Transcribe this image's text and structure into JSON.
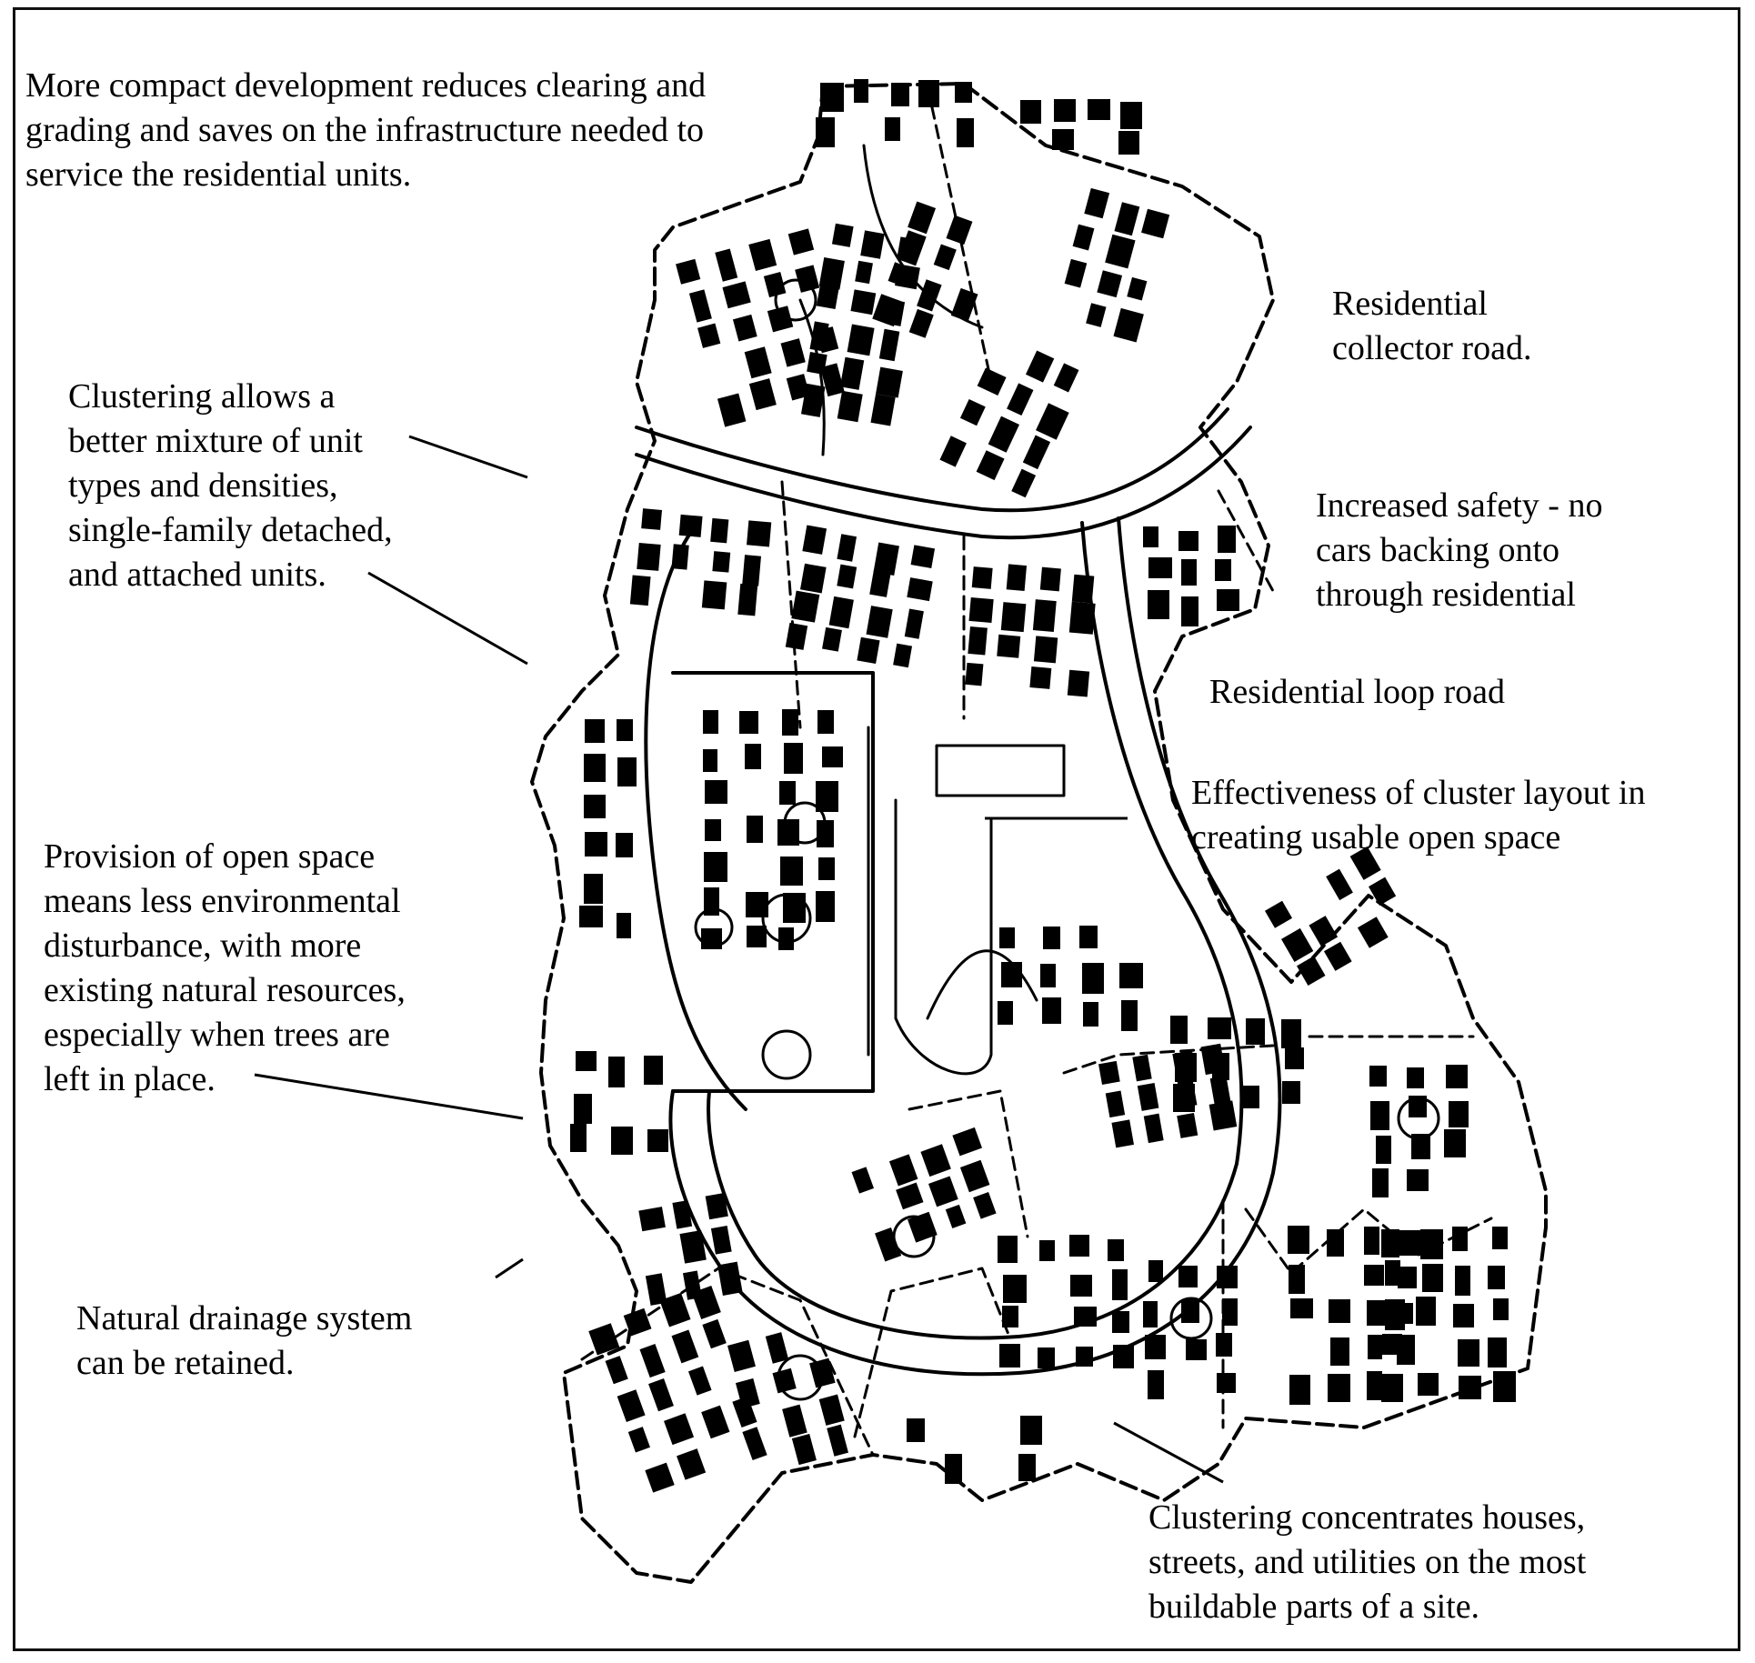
{
  "annotations": [
    {
      "id": "compact",
      "lines": [
        "More compact development reduces clearing and",
        "grading and saves on the infrastructure needed to",
        "service the residential units."
      ]
    },
    {
      "id": "collector",
      "lines": [
        "Residential",
        "collector road."
      ]
    },
    {
      "id": "clustering-mixture",
      "lines": [
        "Clustering allows a",
        "better mixture of unit",
        "types and densities,",
        "single-family detached,",
        "and attached units."
      ]
    },
    {
      "id": "safety",
      "lines": [
        "Increased safety - no",
        "cars backing onto",
        "through residential"
      ]
    },
    {
      "id": "loop-road",
      "lines": [
        "Residential loop road"
      ]
    },
    {
      "id": "open-space-effectiveness",
      "lines": [
        "Effectiveness of cluster layout in",
        "creating usable open space"
      ]
    },
    {
      "id": "open-space-provision",
      "lines": [
        "Provision of open space",
        "means less environmental",
        "disturbance, with more",
        "existing natural resources,",
        "especially when trees are",
        "left in place."
      ]
    },
    {
      "id": "drainage",
      "lines": [
        "Natural drainage system",
        "can be retained."
      ]
    },
    {
      "id": "concentrates",
      "lines": [
        "Clustering concentrates houses,",
        "streets, and utilities on the most",
        "buildable parts of a site."
      ]
    }
  ],
  "colors": {
    "ink": "#000000",
    "paper": "#ffffff",
    "frame": "#111111"
  }
}
